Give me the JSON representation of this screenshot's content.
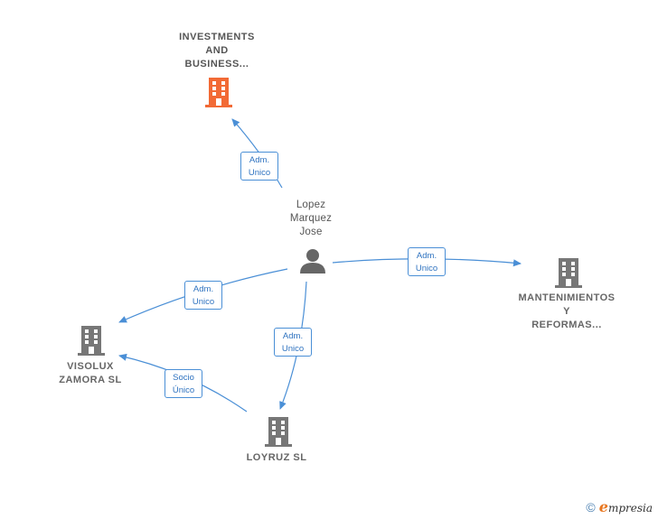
{
  "nodes": {
    "investments": {
      "lines": [
        "INVESTMENTS",
        "AND",
        "BUSINESS..."
      ],
      "color": "#f26a35"
    },
    "person": {
      "lines": [
        "Lopez",
        "Marquez",
        "Jose"
      ]
    },
    "mantenimientos": {
      "lines": [
        "MANTENIMIENTOS",
        "Y",
        "REFORMAS..."
      ]
    },
    "visolux": {
      "lines": [
        "VISOLUX",
        "ZAMORA SL"
      ]
    },
    "loyruz": {
      "lines": [
        "LOYRUZ SL"
      ]
    }
  },
  "edges": {
    "to_investments": [
      "Adm.",
      "Unico"
    ],
    "to_mantenimientos": [
      "Adm.",
      "Unico"
    ],
    "to_visolux": [
      "Adm.",
      "Unico"
    ],
    "to_loyruz": [
      "Adm.",
      "Unico"
    ],
    "loyruz_to_visolux": [
      "Socio",
      "Único"
    ]
  },
  "colors": {
    "edge": "#4a8fd6",
    "building": "#777777",
    "person": "#666666"
  },
  "footer": {
    "copyright": "©",
    "brand_initial": "e",
    "brand_rest": "mpresia"
  }
}
